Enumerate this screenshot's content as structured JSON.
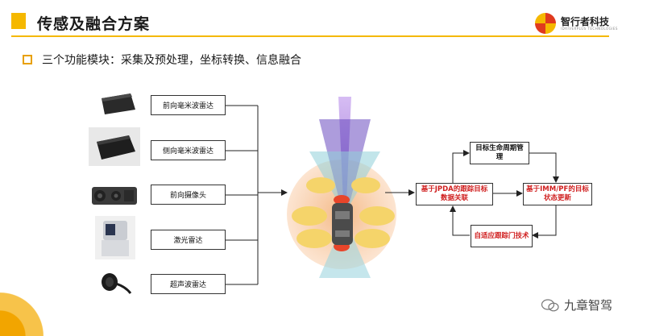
{
  "header": {
    "title": "传感及融合方案",
    "logo_text": "智行者科技",
    "logo_subtext": "IDRIVERPLUS TECHNOLOGIES",
    "accent_color": "#f5b800"
  },
  "subtitle": "三个功能模块：采集及预处理，坐标转换、信息融合",
  "sensors": [
    {
      "label": "前向毫米波雷达",
      "icon": "front-radar-image"
    },
    {
      "label": "侧向毫米波雷达",
      "icon": "side-radar-image"
    },
    {
      "label": "前向摄像头",
      "icon": "camera-image"
    },
    {
      "label": "激光雷达",
      "icon": "lidar-image"
    },
    {
      "label": "超声波雷达",
      "icon": "ultrasonic-image"
    }
  ],
  "fusion": {
    "top": "目标生命周期管理",
    "left": "基于JPDA的跟踪目标数据关联",
    "right": "基于IMM/PF的目标状态更新",
    "bottom": "自适应跟踪门技术"
  },
  "watermark": "九章智驾",
  "colors": {
    "red_text": "#d02020",
    "lidar_purple": "#9b6fd6",
    "radar_orange": "#f0a060"
  }
}
